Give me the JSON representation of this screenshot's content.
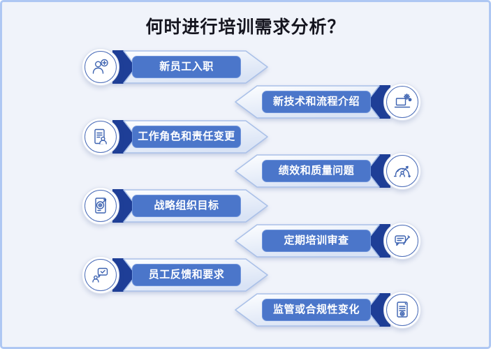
{
  "title": "何时进行培训需求分析？",
  "colors": {
    "button_blue": "#4b76ca",
    "dark_navy": "#1e3e97",
    "icon_stroke": "#3c62b0",
    "arrow_border": "#a9c0e8",
    "arrow_fill_light": "#fdfeff",
    "arrow_fill_dark": "#dbe5f6",
    "background": "#f0f3fa",
    "frame_border": "#aec7f3",
    "title_text": "#15151f",
    "button_text": "#ffffff"
  },
  "rows": [
    {
      "side": "left",
      "label": "新员工入职",
      "icon": "add-user-icon"
    },
    {
      "side": "right",
      "label": "新技术和流程介绍",
      "icon": "laptop-gears-icon"
    },
    {
      "side": "left",
      "label": "工作角色和责任变更",
      "icon": "role-document-icon"
    },
    {
      "side": "right",
      "label": "绩效和质量问题",
      "icon": "gauge-icon"
    },
    {
      "side": "left",
      "label": "战略组织目标",
      "icon": "target-document-icon"
    },
    {
      "side": "right",
      "label": "定期培训审查",
      "icon": "review-note-icon"
    },
    {
      "side": "left",
      "label": "员工反馈和要求",
      "icon": "feedback-person-icon"
    },
    {
      "side": "right",
      "label": "监管或合规性变化",
      "icon": "compliance-document-icon"
    }
  ]
}
